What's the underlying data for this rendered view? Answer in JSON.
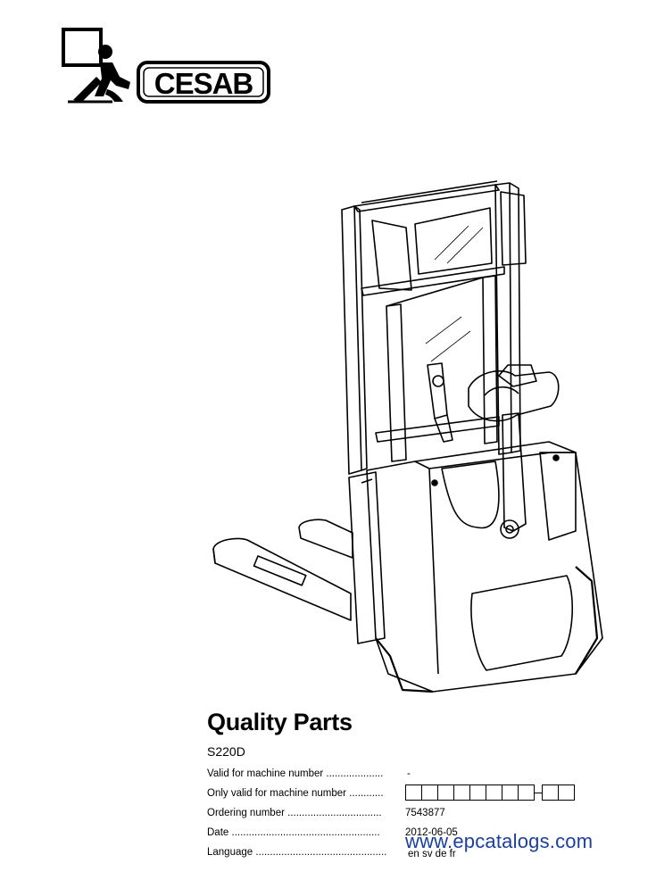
{
  "brand": {
    "name": "CESAB",
    "logo_icon": "person-lifting-box-icon"
  },
  "document": {
    "title": "Quality Parts",
    "model": "S220D",
    "rows": [
      {
        "label": "Valid for machine number",
        "leader": "....................",
        "value": "-"
      },
      {
        "label": "Only valid for machine number",
        "leader": "............",
        "value": ""
      },
      {
        "label": "Ordering number",
        "leader": ".................................",
        "value": "7543877"
      },
      {
        "label": "Date",
        "leader": "....................................................",
        "value": "2012-06-05"
      },
      {
        "label": "Language",
        "leader": "..............................................",
        "value": "en sv de fr"
      }
    ]
  },
  "watermark": {
    "text": "www.epcatalogs.com",
    "color": "#1a3fa0"
  },
  "illustration": {
    "name": "electric-pallet-stacker-illustration"
  }
}
